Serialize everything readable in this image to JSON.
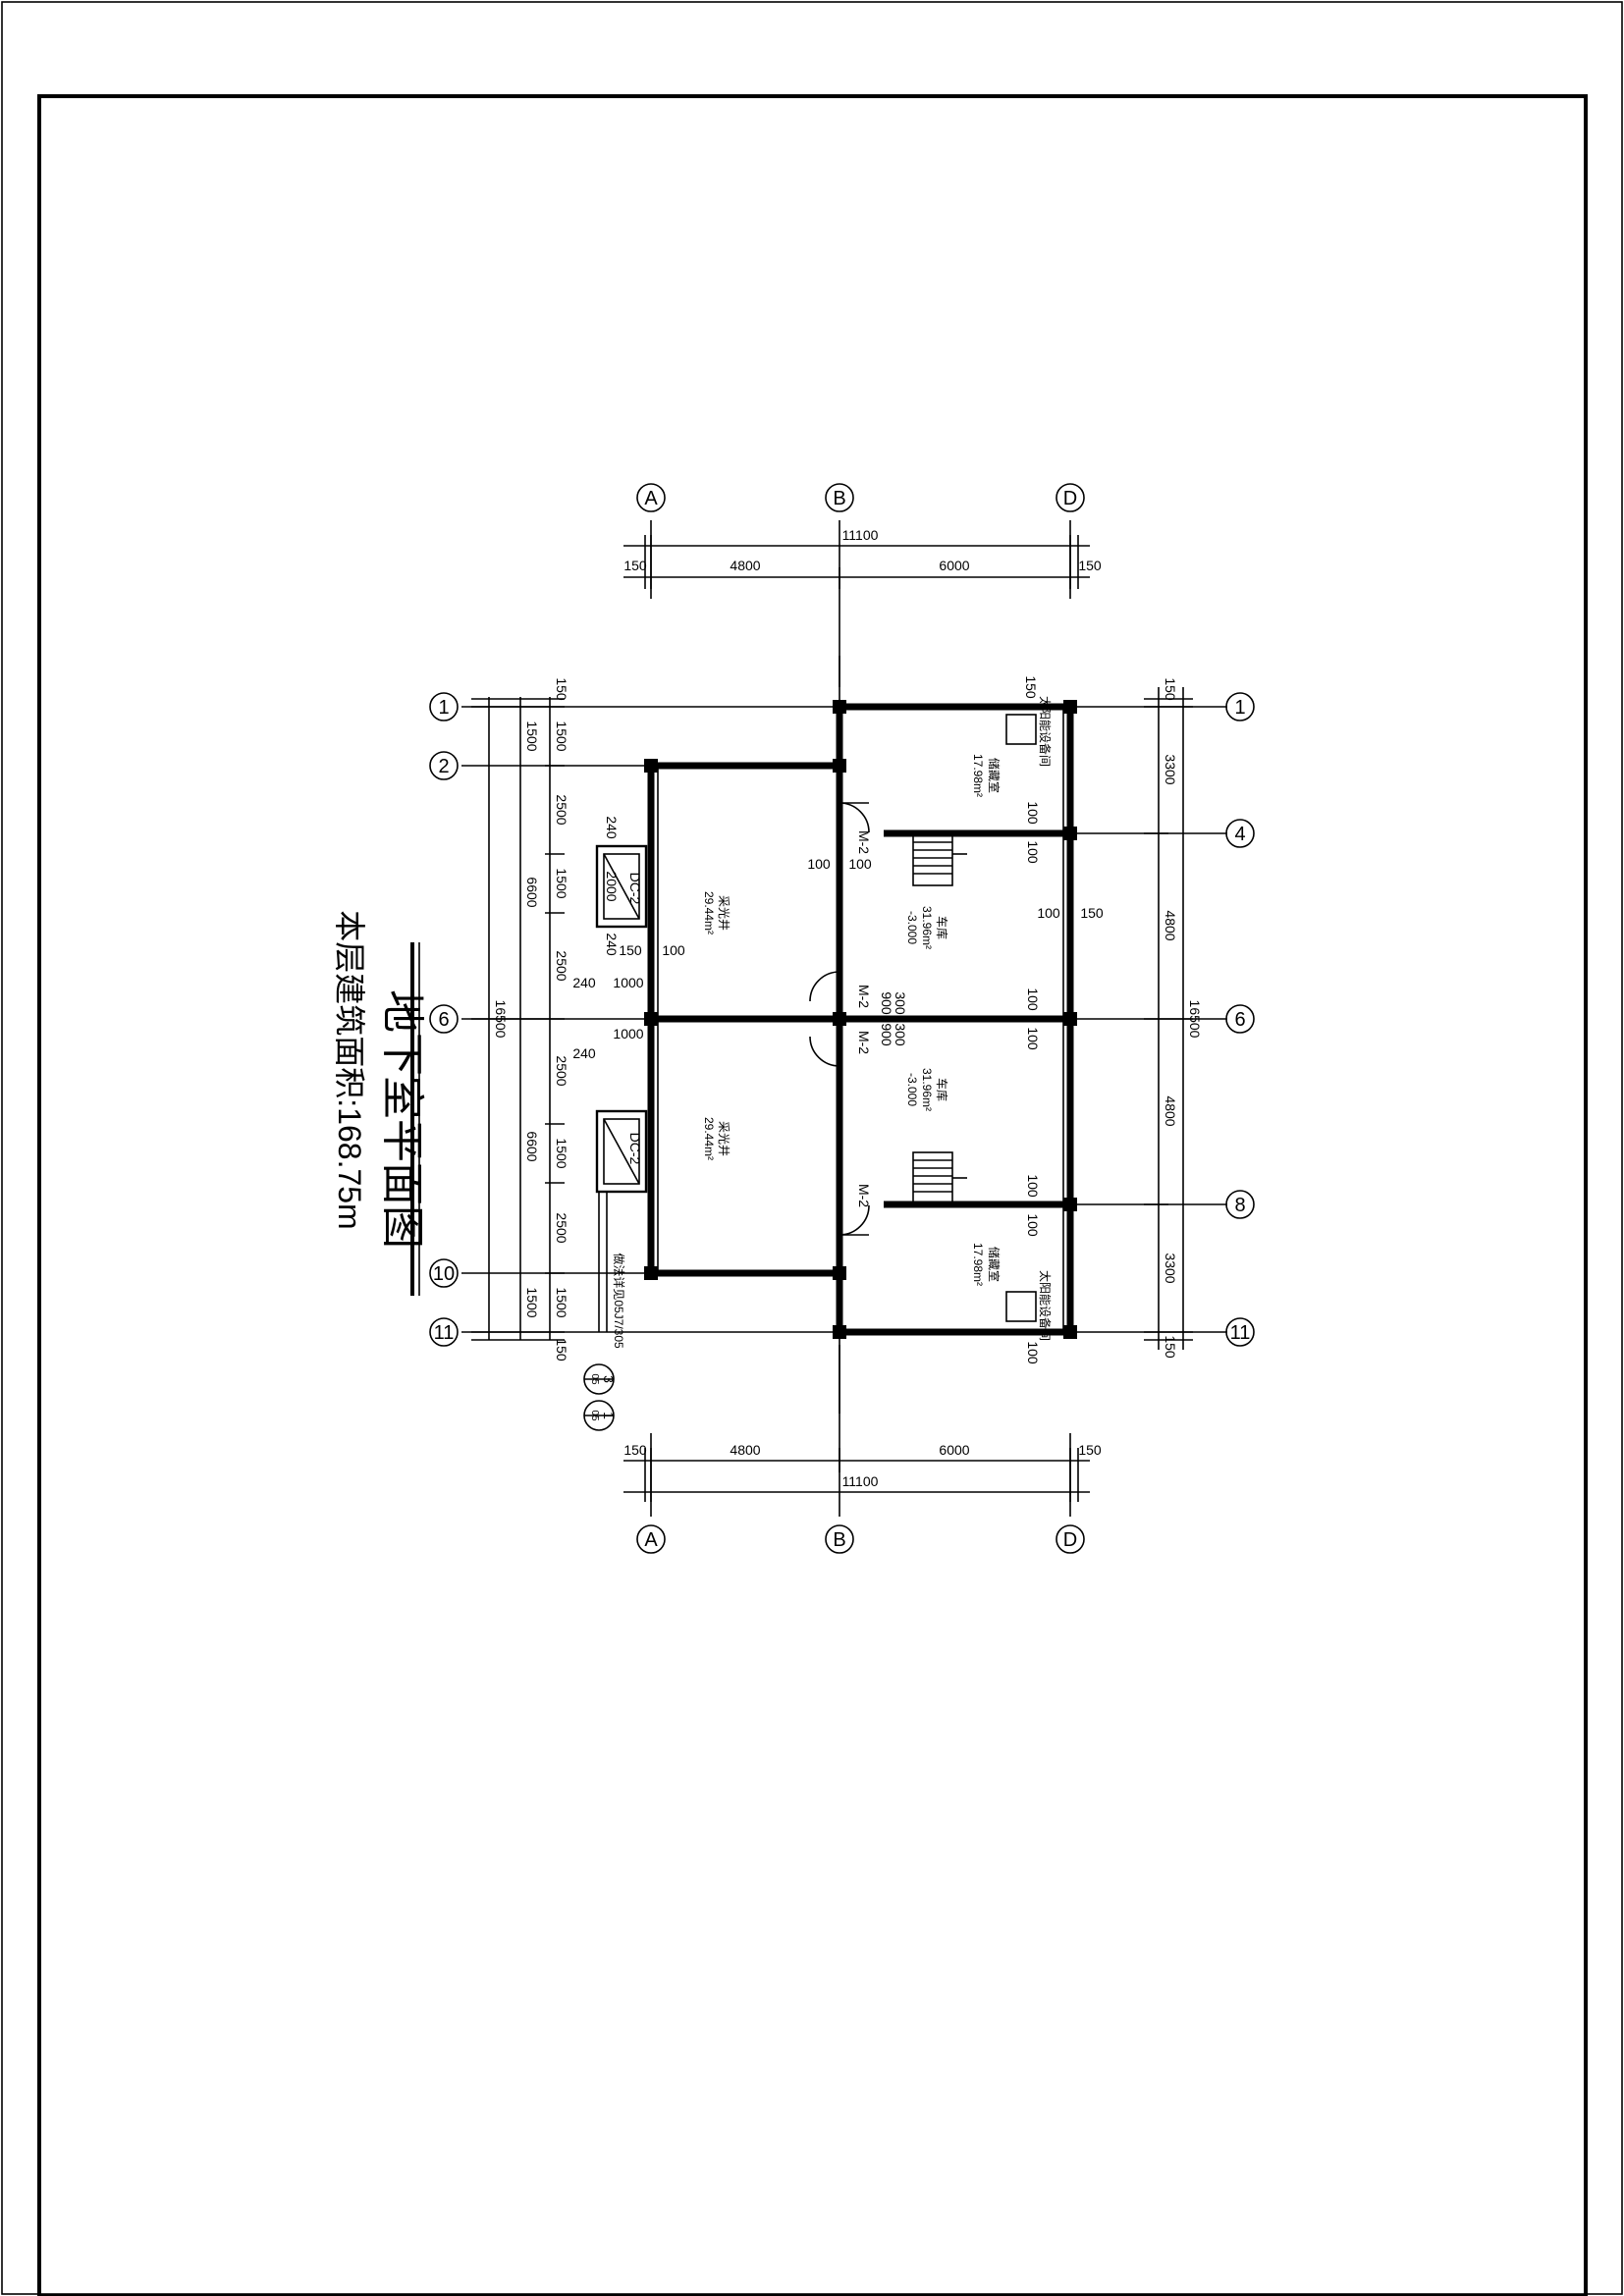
{
  "drawing": {
    "title": "地下室平面图",
    "subtitle": "本层建筑面积:168.75m"
  },
  "axes": {
    "number_labels": [
      "1",
      "2",
      "4",
      "6",
      "8",
      "10",
      "11"
    ],
    "letter_labels": [
      "A",
      "B",
      "D"
    ]
  },
  "dimensions": {
    "top": {
      "total": "11100",
      "segments": [
        "150",
        "4800",
        "6000",
        "150"
      ]
    },
    "bottom": {
      "total": "11100",
      "segments": [
        "150",
        "4800",
        "6000",
        "150"
      ]
    },
    "right": {
      "total": "16500",
      "segments": [
        "150",
        "3300",
        "4800",
        "4800",
        "3300",
        "150"
      ]
    },
    "left": {
      "total": "16500",
      "mid": [
        "6600",
        "6600"
      ],
      "outer": [
        "150",
        "1500",
        "2500",
        "1500",
        "2500",
        "2500",
        "1500",
        "2500",
        "1500",
        "150"
      ],
      "window_marks": [
        "240",
        "2000",
        "240",
        "1000",
        "240",
        "1000",
        "240",
        "150",
        "100"
      ]
    },
    "interior": [
      "100",
      "100",
      "100",
      "100",
      "100",
      "100",
      "100",
      "100",
      "100",
      "150",
      "100",
      "100",
      "100",
      "100",
      "150",
      "150",
      "100",
      "300",
      "900",
      "300",
      "900"
    ]
  },
  "rooms": [
    {
      "name": "储藏室",
      "area": "17.98m²"
    },
    {
      "name": "车库",
      "area": "31.96m²",
      "level": "-3.000"
    },
    {
      "name": "车库",
      "area": "31.96m²",
      "level": "-3.000"
    },
    {
      "name": "储藏室",
      "area": "17.98m²"
    },
    {
      "name": "采光井",
      "area": "29.44m²"
    },
    {
      "name": "采光井",
      "area": "29.44m²"
    }
  ],
  "openings": {
    "doors": [
      "M-2",
      "M-2",
      "M-2",
      "M-2"
    ],
    "windows": [
      "DC-2",
      "DC-2"
    ]
  },
  "notes": {
    "equipment": [
      "太阳能设备间",
      "太阳能设备间"
    ],
    "vertical_note": "做法详见05J7/305",
    "detail_refs": [
      "3",
      "1"
    ],
    "detail_sheet": "05"
  }
}
